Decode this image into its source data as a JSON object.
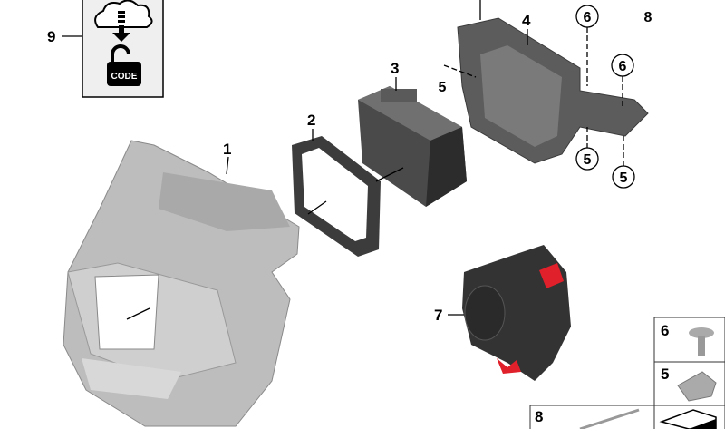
{
  "callouts": {
    "c1": "1",
    "c2": "2",
    "c3": "3",
    "c4": "4",
    "c5a": "5",
    "c5b": "5",
    "c5c": "5",
    "c6a": "6",
    "c6b": "6",
    "c7": "7",
    "c8top": "8",
    "c9": "9"
  },
  "code_box": {
    "lock_label": "CODE",
    "icon": "cloud-download-unlock-icon"
  },
  "legend": {
    "item6": "6",
    "item5": "5",
    "item8": "8"
  },
  "colors": {
    "part_grey": "#b9b9b9",
    "part_dark": "#3a3a3a",
    "hazard_red": "#e0202a",
    "box_bg": "#efefef"
  }
}
